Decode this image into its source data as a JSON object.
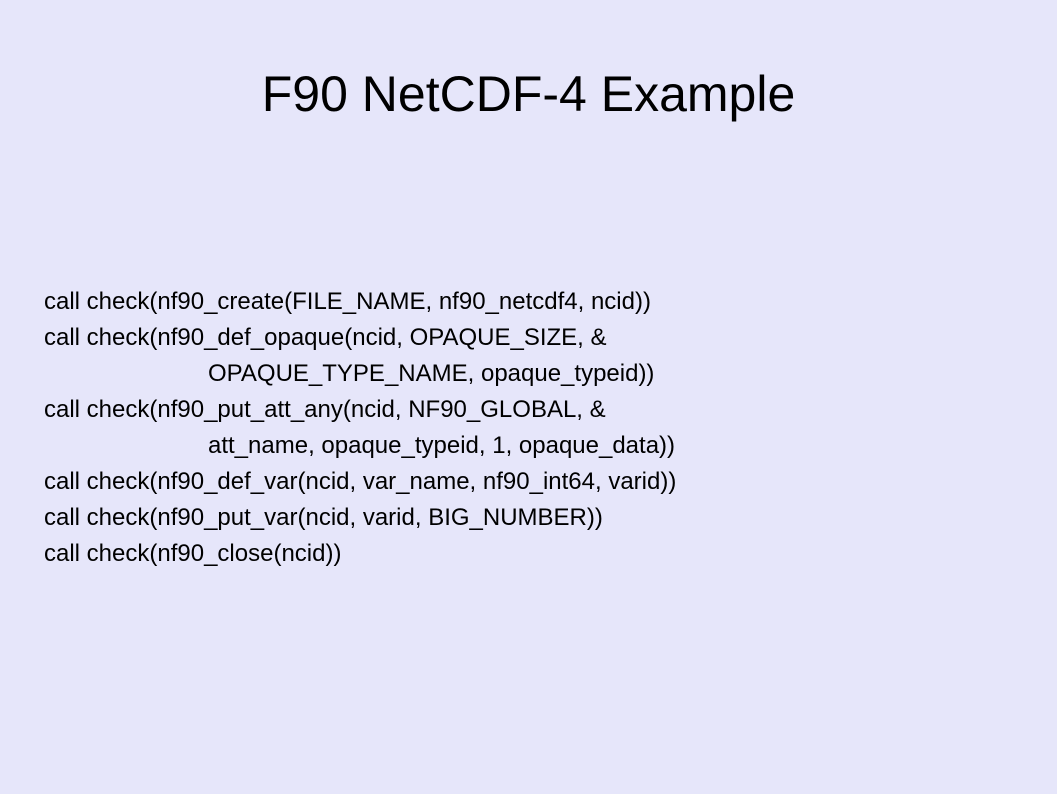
{
  "slide": {
    "title": "F90 NetCDF-4 Example",
    "background_color": "#e6e6fa",
    "code_lines": [
      {
        "text": "call check(nf90_create(FILE_NAME, nf90_netcdf4, ncid))",
        "continuation": false
      },
      {
        "text": "call check(nf90_def_opaque(ncid, OPAQUE_SIZE, &",
        "continuation": false
      },
      {
        "text": "OPAQUE_TYPE_NAME, opaque_typeid))",
        "continuation": true
      },
      {
        "text": "call check(nf90_put_att_any(ncid, NF90_GLOBAL, &",
        "continuation": false
      },
      {
        "text": "att_name, opaque_typeid, 1, opaque_data))",
        "continuation": true
      },
      {
        "text": "call check(nf90_def_var(ncid, var_name, nf90_int64, varid))",
        "continuation": false
      },
      {
        "text": "call check(nf90_put_var(ncid, varid, BIG_NUMBER))",
        "continuation": false
      },
      {
        "text": "call check(nf90_close(ncid))",
        "continuation": false
      }
    ]
  }
}
